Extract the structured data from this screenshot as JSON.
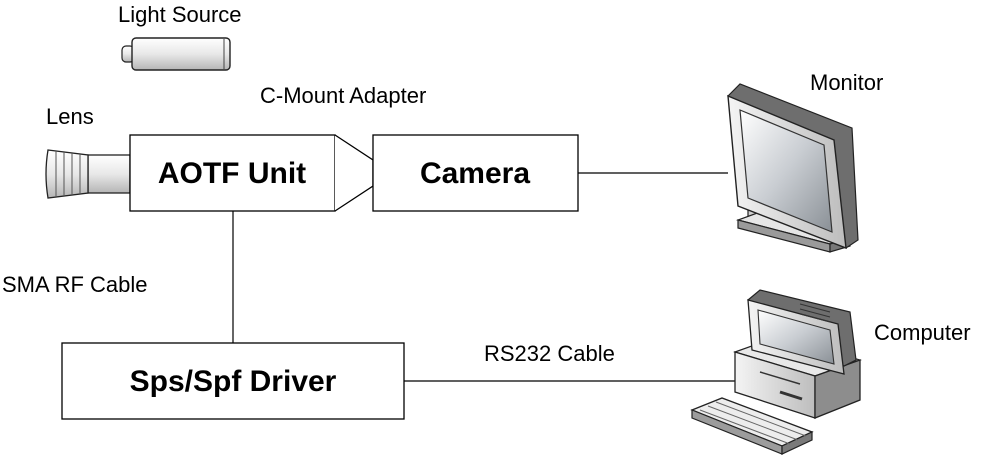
{
  "labels": {
    "light_source": "Light Source",
    "lens": "Lens",
    "c_mount_adapter": "C-Mount Adapter",
    "monitor": "Monitor",
    "sma_rf_cable": "SMA RF Cable",
    "rs232_cable": "RS232 Cable",
    "computer": "Computer"
  },
  "boxes": {
    "aotf_unit": "AOTF Unit",
    "camera": "Camera",
    "driver": "Sps/Spf Driver"
  },
  "icons": [
    "light-source-icon",
    "lens-icon",
    "monitor-icon",
    "computer-icon",
    "keyboard-icon"
  ]
}
